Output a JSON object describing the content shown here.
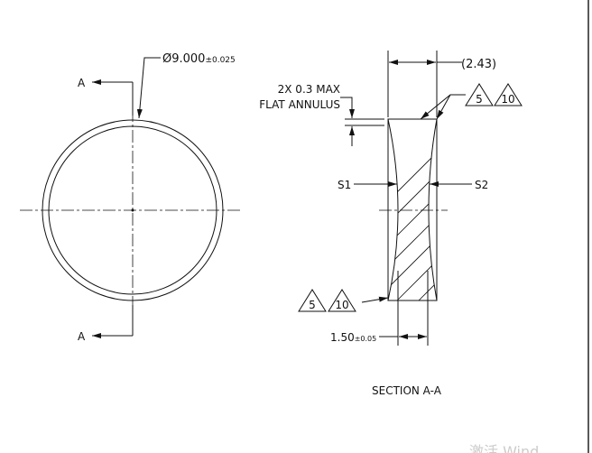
{
  "front_view": {
    "section_label_top": "A",
    "section_label_bottom": "A",
    "diameter_symbol": "Ø",
    "diameter_value": "9.000",
    "diameter_tolerance": "±0.025"
  },
  "section_view": {
    "width_dim": "(2.43)",
    "flat_annulus_line1": "2X 0.3 MAX",
    "flat_annulus_line2": "FLAT ANNULUS",
    "surface_quality_top": [
      "5",
      "10"
    ],
    "surface_quality_bottom": [
      "5",
      "10"
    ],
    "surface_left": "S1",
    "surface_right": "S2",
    "thickness_value": "1.50",
    "thickness_tolerance": "±0.05",
    "title": "SECTION A-A"
  },
  "watermark": "激活 Wind"
}
